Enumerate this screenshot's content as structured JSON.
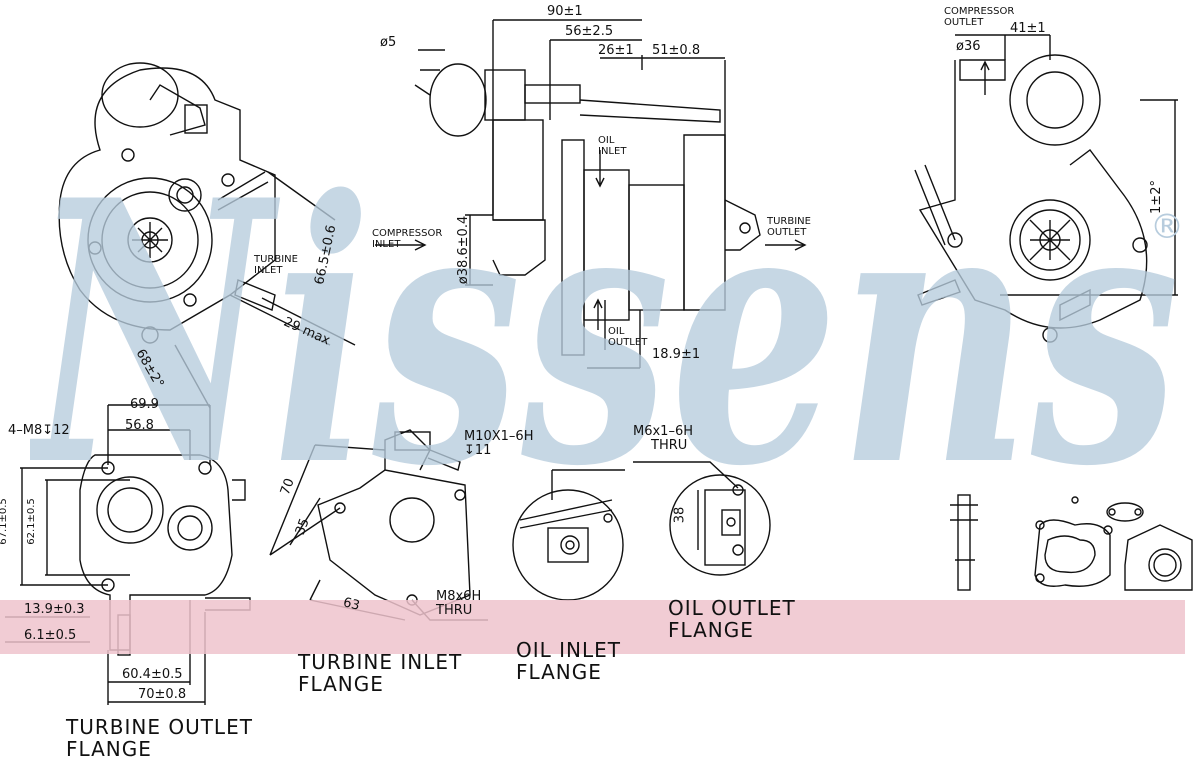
{
  "brand": {
    "watermark": "Nissens",
    "registered": "®"
  },
  "colors": {
    "watermark": "#b7ccdd",
    "highlight": "#efc3cc",
    "ink": "#111111"
  },
  "side_view": {
    "d90": "90±1",
    "d56": "56±2.5",
    "d26": "26±1",
    "d51": "51±0.8",
    "d5": "ø5",
    "d386": "ø38.6±0.4",
    "d189": "18.9±1",
    "oil_inlet": [
      "OIL",
      "INLET"
    ],
    "oil_outlet": [
      "OIL",
      "OUTLET"
    ],
    "compressor_inlet": [
      "COMPRESSOR",
      "INLET"
    ],
    "turbine_outlet": [
      "TURBINE",
      "OUTLET"
    ]
  },
  "front_view": {
    "turbine_inlet": [
      "TURBINE",
      "INLET"
    ],
    "d665": "66.5±0.6",
    "d29": "29 max",
    "d68": "68±2°"
  },
  "rear_view": {
    "compressor_outlet": [
      "COMPRESSOR",
      "OUTLET"
    ],
    "d41": "41±1",
    "d36": "ø36",
    "d1deg": "1±2°"
  },
  "turbine_outlet_flange": {
    "title": [
      "TURBINE  OUTLET",
      "FLANGE"
    ],
    "thread": "4–M8↧12",
    "d699": "69.9",
    "d568": "56.8",
    "d671": "67.1±0.5",
    "d621": "62.1±0.5",
    "d139": "13.9±0.3",
    "d61": "6.1±0.5",
    "d604": "60.4±0.5",
    "d70": "70±0.8"
  },
  "turbine_inlet_flange": {
    "title": [
      "TURBINE  INLET",
      "FLANGE"
    ],
    "d70": "70",
    "d35": "35",
    "d63": "63",
    "thread": [
      "M8x6H",
      "THRU"
    ]
  },
  "oil_inlet_flange": {
    "title": [
      "OIL  INLET",
      "FLANGE"
    ],
    "thread": [
      "M10X1–6H",
      "↧11"
    ]
  },
  "oil_outlet_flange": {
    "title": [
      "OIL  OUTLET",
      "FLANGE"
    ],
    "thread": [
      "M6x1–6H",
      "THRU"
    ],
    "d38": "38"
  }
}
